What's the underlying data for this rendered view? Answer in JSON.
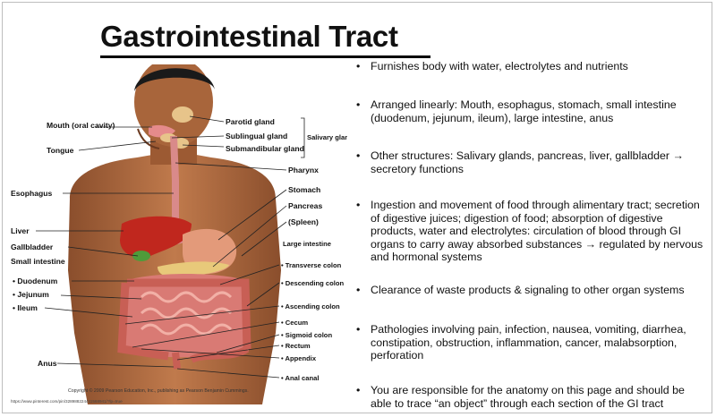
{
  "slide": {
    "title": "Gastrointestinal Tract",
    "bullets": [
      "Furnishes body with water, electrolytes and nutrients",
      "Arranged linearly: Mouth, esophagus, stomach, small intestine (duodenum, jejunum, ileum), large intestine, anus",
      "Other structures: Salivary glands, pancreas, liver, gallbladder → secretory functions",
      "Ingestion and movement of food through alimentary tract; secretion of digestive juices; digestion of food; absorption of digestive products, water and electrolytes: circulation of blood through GI organs to carry away absorbed substances → regulated by nervous and hormonal systems",
      "Clearance of waste products & signaling to other organ systems",
      "Pathologies involving pain, infection, nausea, vomiting, diarrhea, constipation, obstruction, inflammation, cancer, malabsorption, perforation",
      "You are responsible for the anatomy on this page and should be able to trace “an object” through each section of the GI tract"
    ]
  },
  "figure": {
    "left_labels": {
      "mouth": "Mouth (oral cavity)",
      "tongue": "Tongue",
      "esophagus": "Esophagus",
      "liver": "Liver",
      "gallbladder": "Gallbladder",
      "small_intestine": "Small intestine",
      "duodenum": "• Duodenum",
      "jejunum": "• Jejunum",
      "ileum": "• Ileum",
      "anus": "Anus"
    },
    "right_labels": {
      "parotid": "Parotid gland",
      "sublingual": "Sublingual gland",
      "submandibular": "Submandibular gland",
      "salivary": "Salivary glands",
      "pharynx": "Pharynx",
      "stomach": "Stomach",
      "pancreas": "Pancreas",
      "spleen": "(Spleen)",
      "large_intestine": "Large intestine",
      "transverse": "• Transverse colon",
      "descending": "• Descending colon",
      "ascending": "• Ascending colon",
      "cecum": "• Cecum",
      "sigmoid": "• Sigmoid colon",
      "rectum": "• Rectum",
      "appendix": "• Appendix",
      "anal_canal": "• Anal canal"
    },
    "copyright": "Copyright © 2009 Pearson Education, Inc., publishing as Pearson Benjamin Cummings.",
    "source_url": "https://www.pinterest.com/pin/328988224411568941/?lp=true"
  }
}
